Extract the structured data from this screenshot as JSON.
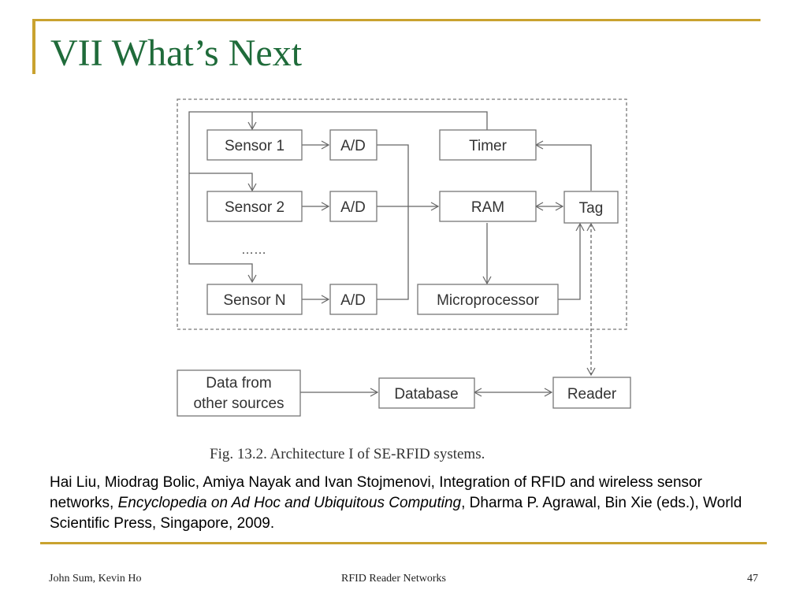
{
  "slide": {
    "title": "VII What’s Next",
    "page_number": "47"
  },
  "diagram": {
    "nodes": {
      "sensor1": "Sensor 1",
      "sensor2": "Sensor 2",
      "sensorN": "Sensor N",
      "ad1": "A/D",
      "ad2": "A/D",
      "adN": "A/D",
      "timer": "Timer",
      "ram": "RAM",
      "tag": "Tag",
      "microprocessor": "Microprocessor",
      "data_sources_line1": "Data from",
      "data_sources_line2": "other sources",
      "database": "Database",
      "reader": "Reader"
    },
    "ellipsis": "……",
    "caption": "Fig. 13.2.    Architecture I of SE-RFID systems."
  },
  "citation": {
    "authors_title": "Hai Liu, Miodrag Bolic, Amiya Nayak and Ivan Stojmenovi, Integration of RFID and wireless sensor networks, ",
    "book": "Encyclopedia on Ad Hoc and Ubiquitous Computing",
    "rest": ", Dharma P. Agrawal, Bin Xie (eds.), World Scientific Press, Singapore, 2009."
  },
  "footer": {
    "authors": "John Sum, Kevin Ho",
    "course": "RFID Reader Networks"
  },
  "colors": {
    "accent_gold": "#c9a22f",
    "title_green": "#1f6b3a"
  }
}
